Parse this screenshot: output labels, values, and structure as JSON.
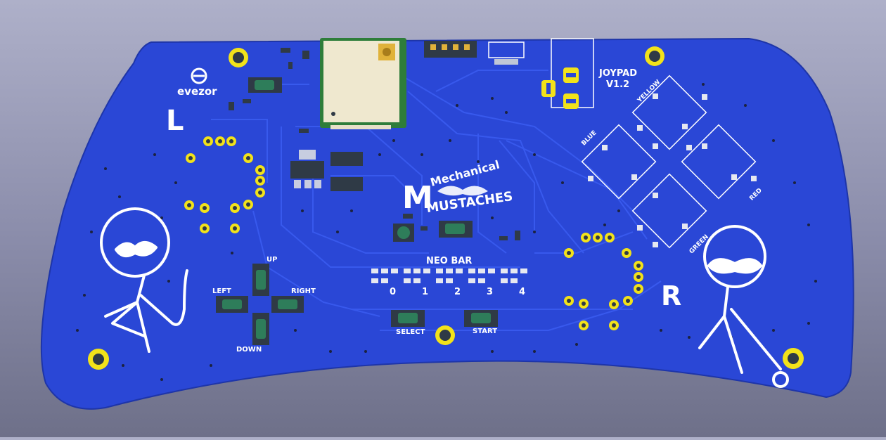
{
  "board": {
    "title": "JOYPAD",
    "version": "V1.2",
    "brand": "evezor",
    "logo_line1": "Mechanical",
    "logo_line2": "MUSTACHES",
    "shoulder_left": "L",
    "shoulder_right": "R"
  },
  "dpad": {
    "up": "UP",
    "down": "DOWN",
    "left": "LEFT",
    "right": "RIGHT"
  },
  "buttons": {
    "select": "SELECT",
    "start": "START",
    "blue": "BLUE",
    "yellow": "YELLOW",
    "red": "RED",
    "green": "GREEN"
  },
  "neo_bar": {
    "label": "NEO BAR",
    "indices": [
      "0",
      "1",
      "2",
      "3",
      "4"
    ]
  },
  "colors": {
    "pcb_blue": "#2a47d6",
    "trace_blue": "#3a5cf0",
    "silkscreen": "#ffffff",
    "gold_pad": "#f2e21a",
    "module": "#efe8cf",
    "switch_body": "#2f3a46",
    "switch_cap": "#2e7d5a"
  }
}
